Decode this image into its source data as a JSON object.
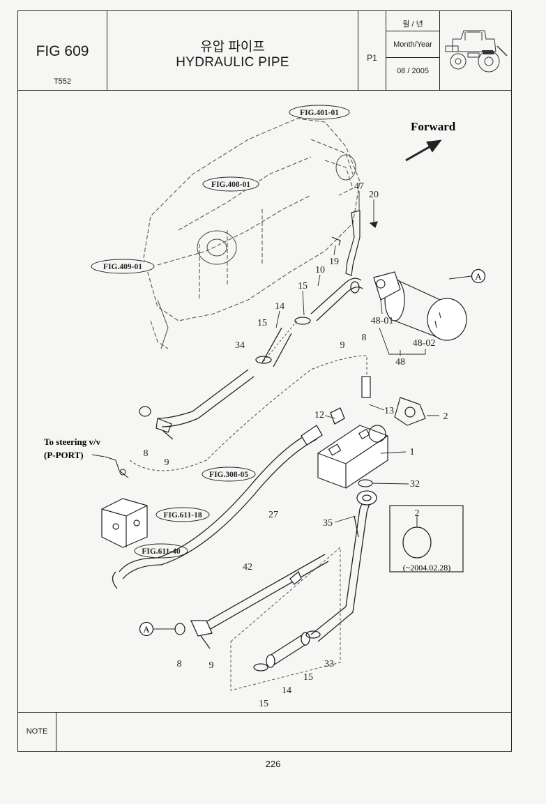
{
  "header": {
    "fig_no": "FIG 609",
    "model": "T552",
    "title_kor": "유압 파이프",
    "title_eng": "HYDRAULIC PIPE",
    "page": "P1",
    "date_label_kor": "월 / 년",
    "date_label_eng": "Month/Year",
    "date": "08 / 2005"
  },
  "diagram": {
    "forward": "Forward",
    "refs": [
      "FIG.401-01",
      "FIG.408-01",
      "FIG.409-01",
      "FIG.308-05",
      "FIG.611-18",
      "FIG.611-40"
    ],
    "steering_note": [
      "To steering v/v",
      "(P-PORT)"
    ],
    "detail_date": "(~2004.02.28)",
    "callout": "A",
    "parts": [
      "47",
      "20",
      "19",
      "10",
      "15",
      "14",
      "15",
      "34",
      "9",
      "8",
      "48-01",
      "48-02",
      "48",
      "12",
      "13",
      "2",
      "1",
      "32",
      "8",
      "9",
      "27",
      "35",
      "2",
      "42",
      "33",
      "8",
      "9",
      "15",
      "14",
      "15"
    ]
  },
  "note_label": "NOTE",
  "page_number": "226"
}
